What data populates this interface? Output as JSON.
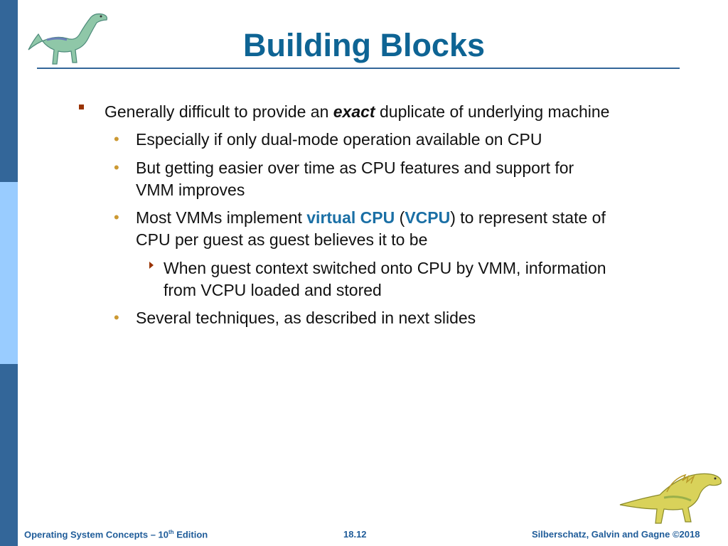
{
  "slide": {
    "title": "Building Blocks"
  },
  "bullets": {
    "b1": {
      "pre": "Generally difficult to provide an ",
      "emph": "exact",
      "post": " duplicate of underlying machine"
    },
    "b2": "Especially if only dual-mode operation available on CPU",
    "b3": {
      "line1": "But getting easier over time as CPU features and support for",
      "line2": "VMM improves"
    },
    "b4": {
      "pre": "Most VMMs implement ",
      "hl1": "virtual CPU",
      "mid1": " (",
      "hl2": "VCPU",
      "post": ") to represent state of",
      "line2": "CPU per guest as guest believes it to be"
    },
    "b5": {
      "line1": "When guest context switched onto CPU by VMM, information",
      "line2": "from VCPU loaded and stored"
    },
    "b6": "Several techniques, as described in next slides"
  },
  "footer": {
    "book_pre": "Operating System Concepts – 10",
    "book_sup": "th",
    "book_post": " Edition",
    "page": "18.12",
    "copyright": "Silberschatz, Galvin and Gagne ©2018"
  },
  "colors": {
    "bar_dark": "#336699",
    "bar_light": "#99ccff",
    "title": "#0e6494",
    "highlight": "#1a6fa5",
    "bullet_square": "#993300",
    "bullet_dot": "#cc9933"
  }
}
